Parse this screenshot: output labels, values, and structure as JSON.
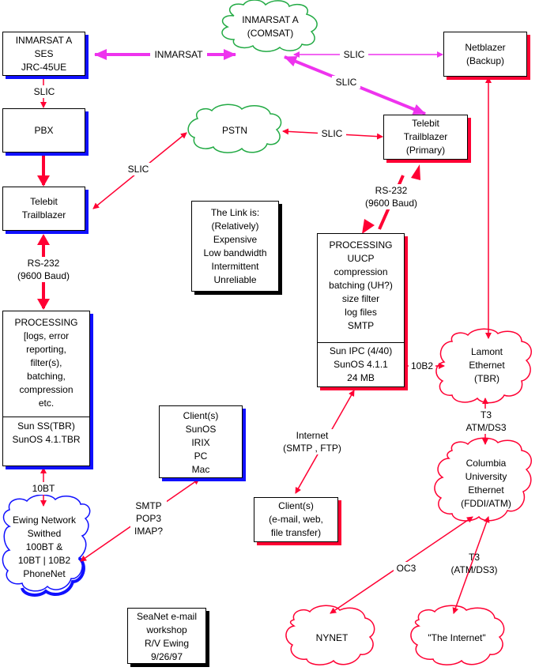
{
  "colors": {
    "blue": "#1010ff",
    "red": "#ff0033",
    "green": "#22aa44",
    "magenta": "#ee33ee",
    "black": "#000000"
  },
  "nodes": {
    "ses": [
      "INMARSAT A",
      "SES",
      "JRC-45UE"
    ],
    "pbx": [
      "PBX"
    ],
    "trailblazer_left": [
      "Telebit",
      "Trailblazer"
    ],
    "processing_left": [
      "PROCESSING",
      "[logs, error",
      "reporting,",
      "filter(s),",
      "batching,",
      "compression",
      "etc."
    ],
    "sunss": [
      "Sun SS(TBR)",
      "SunOS 4.1.TBR"
    ],
    "ewing_network": [
      "Ewing Network",
      "Swithed",
      "100BT &",
      "10BT | 10B2",
      "PhoneNet"
    ],
    "inmarsat_comsat": [
      "INMARSAT A",
      "(COMSAT)"
    ],
    "pstn": [
      "PSTN"
    ],
    "the_link": [
      "The Link is:",
      "(Relatively)",
      "Expensive",
      "Low bandwidth",
      "Intermittent",
      "Unreliable"
    ],
    "clients_left": [
      "Client(s)",
      "SunOS",
      "IRIX",
      "PC",
      "Mac"
    ],
    "seanet": [
      "SeaNet e-mail",
      "workshop",
      "R/V Ewing",
      "9/26/97"
    ],
    "netblazer": [
      "Netblazer",
      "(Backup)"
    ],
    "trailblazer_primary": [
      "Telebit",
      "Trailblazer",
      "(Primary)"
    ],
    "processing_right": [
      "PROCESSING",
      "UUCP",
      "compression",
      "batching (UH?)",
      "size filter",
      "log files",
      "SMTP"
    ],
    "sunipc": [
      "Sun IPC (4/40)",
      "SunOS 4.1.1",
      "24 MB"
    ],
    "clients_right": [
      "Client(s)",
      "(e-mail, web,",
      "file transfer)"
    ],
    "lamont": [
      "Lamont",
      "Ethernet",
      "(TBR)"
    ],
    "columbia": [
      "Columbia",
      "University",
      "Ethernet",
      "(FDDI/ATM)"
    ],
    "nynet": [
      "NYNET"
    ],
    "internet": [
      "\"The Internet\""
    ]
  },
  "edges": {
    "inmarsat": [
      "INMARSAT"
    ],
    "slic_top_right": [
      "SLIC"
    ],
    "slic_diag": [
      "SLIC"
    ],
    "slic_ses_pbx": [
      "SLIC"
    ],
    "slic_pstn_tb": [
      "SLIC"
    ],
    "slic_left_pstn": [
      "SLIC"
    ],
    "rs232_left": [
      "RS-232",
      "(9600 Baud)"
    ],
    "rs232_right": [
      "RS-232",
      "(9600 Baud)"
    ],
    "tenbt": [
      "10BT"
    ],
    "smtp": [
      "SMTP",
      "POP3",
      "IMAP?"
    ],
    "internet_link": [
      "Internet",
      "(SMTP , FTP)"
    ],
    "tenb2": [
      "10B2"
    ],
    "t3_atm": [
      "T3",
      "ATM/DS3"
    ],
    "oc3": [
      "OC3"
    ],
    "t3_lower": [
      "T3",
      "(ATM/DS3)"
    ]
  }
}
